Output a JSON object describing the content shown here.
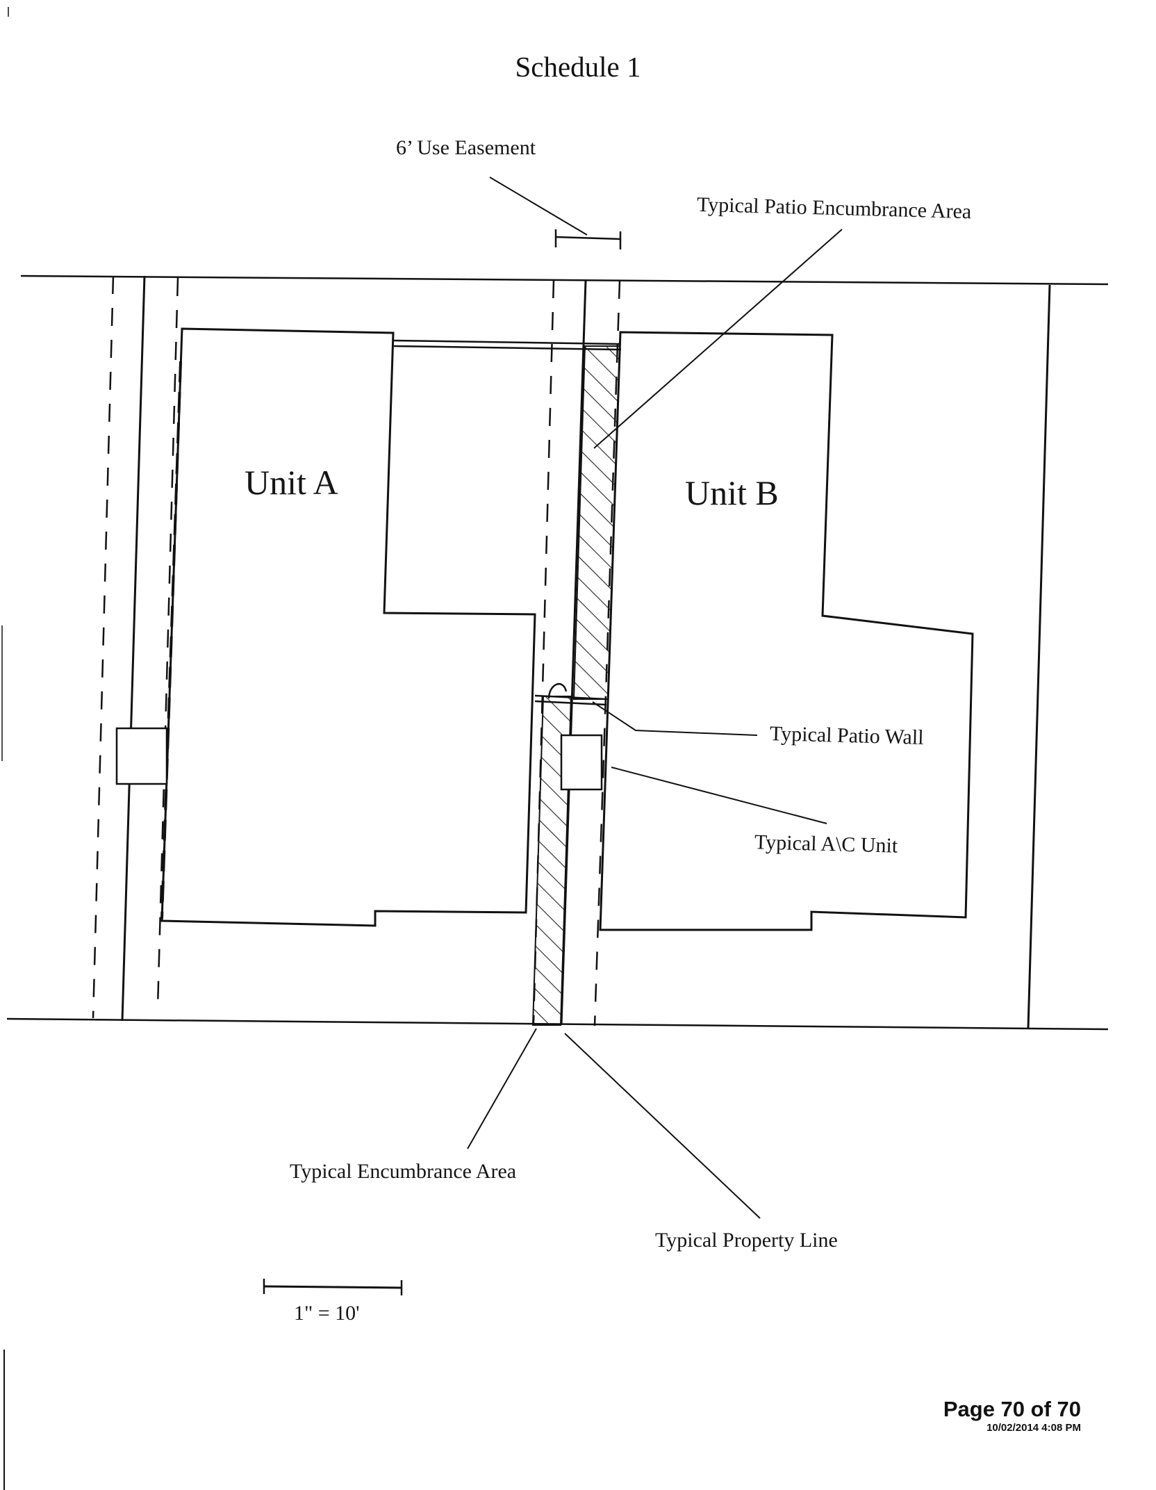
{
  "document": {
    "title": "Schedule 1"
  },
  "labels": {
    "use_easement": "6’ Use Easement",
    "patio_encumbrance": "Typical Patio Encumbrance Area",
    "unit_a": "Unit A",
    "unit_b": "Unit B",
    "patio_wall": "Typical Patio Wall",
    "ac_unit": "Typical A\\C Unit",
    "encumbrance_area": "Typical Encumbrance Area",
    "property_line": "Typical Property Line"
  },
  "scale": {
    "label": "1\" = 10'"
  },
  "footer": {
    "page": "Page 70 of 70",
    "timestamp": "10/02/2014 4:08 PM"
  }
}
